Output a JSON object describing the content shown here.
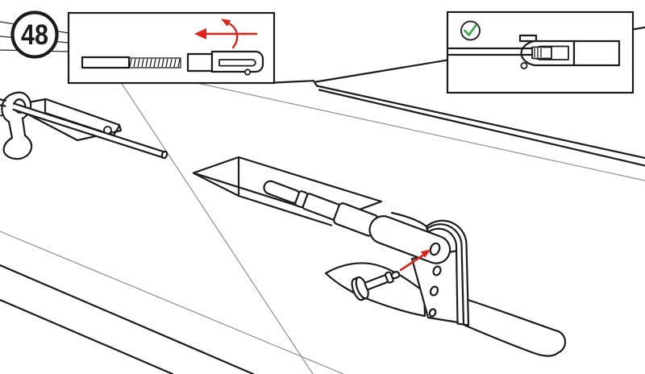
{
  "step": {
    "number": "48"
  },
  "colors": {
    "outline": "#1c1c1c",
    "accent_red": "#de2318",
    "accent_green": "#3aa745",
    "callout_gray": "#8f8f8f",
    "background": "#ffffff"
  },
  "insets": {
    "screwing_instruction": {
      "position": "top-left",
      "icons": [
        "left-arrow-icon",
        "rotation-arc-icon"
      ],
      "parts": [
        "rod-end",
        "threaded-section",
        "clevis-socket",
        "clevis-fork"
      ]
    },
    "correct_result": {
      "position": "top-right",
      "icons": [
        "check-circle-icon"
      ],
      "parts": [
        "long-rod",
        "clevis-fork-assembled",
        "threaded-end-in-slot",
        "end-block"
      ]
    }
  },
  "scene": {
    "parts": [
      "crank-handle",
      "push-rod",
      "deck-cutout",
      "deck-pocket",
      "connecting-rod",
      "coupler-ring",
      "turnbuckle-barrel",
      "clevis-end",
      "support-bracket",
      "bracket-holes",
      "fin-leaf",
      "rudder-blade",
      "locking-pin"
    ],
    "bracket_hole_count": 4,
    "annotation": "pin-into-hole-arrow"
  }
}
